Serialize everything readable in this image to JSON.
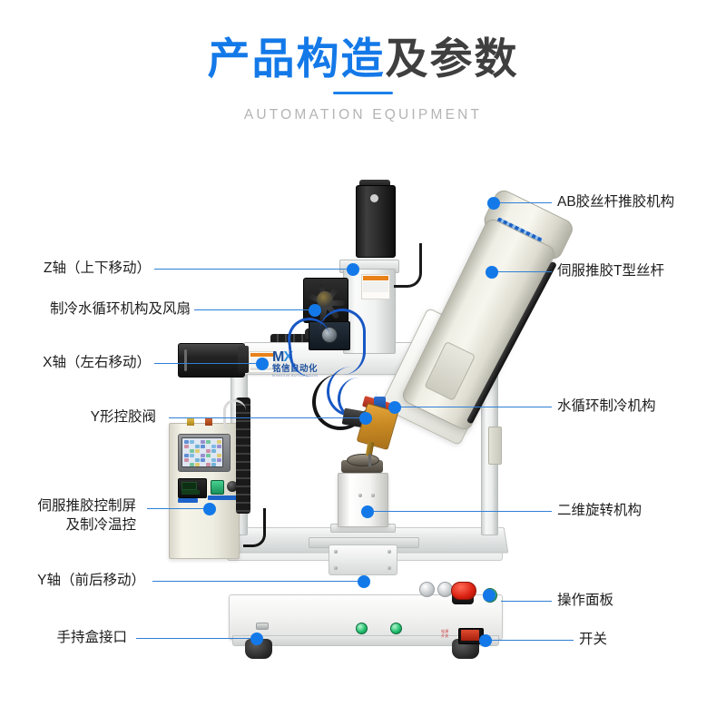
{
  "header": {
    "title_highlight": "产品构造",
    "title_normal": "及参数",
    "subtitle": "AUTOMATION EQUIPMENT",
    "accent_color": "#1479e8",
    "title_normal_color": "#3f3f3f",
    "subtitle_color": "#b4b4b4"
  },
  "callouts": {
    "left": [
      {
        "id": "z-axis",
        "label": "Z轴（上下移动）",
        "label_line2": ""
      },
      {
        "id": "chiller-fan",
        "label": "制冷水循环机构及风扇",
        "label_line2": ""
      },
      {
        "id": "x-axis",
        "label": "X轴（左右移动）",
        "label_line2": ""
      },
      {
        "id": "y-valve",
        "label": "Y形控胶阀",
        "label_line2": ""
      },
      {
        "id": "servo-screen",
        "label": "伺服推胶控制屏",
        "label_line2": "及制冷温控"
      },
      {
        "id": "y-axis",
        "label": "Y轴（前后移动）",
        "label_line2": ""
      },
      {
        "id": "handbox-port",
        "label": "手持盒接口",
        "label_line2": ""
      }
    ],
    "right": [
      {
        "id": "ab-glue-screw",
        "label": "AB胶丝杆推胶机构"
      },
      {
        "id": "servo-t-screw",
        "label": "伺服推胶T型丝杆"
      },
      {
        "id": "water-cooling",
        "label": "水循环制冷机构"
      },
      {
        "id": "rotary-2d",
        "label": "二维旋转机构"
      },
      {
        "id": "op-panel",
        "label": "操作面板"
      },
      {
        "id": "power-switch",
        "label": "开关"
      }
    ]
  },
  "machine": {
    "brand_mark": "M",
    "brand_mark_accent": "X",
    "brand_cn": "铭信自动化",
    "brand_en": "MINGXIN AUTOMATION",
    "switch_label_line1": "电源",
    "switch_label_line2": "开关",
    "cabinet_tag_1": "主电源",
    "cabinet_tag_2": "制冷温控",
    "cabinet_tag_3": "伺服控制屏"
  },
  "colors": {
    "leader_line": "#2f7fd6",
    "dot": "#1479e8",
    "body_bg": "#ffffff"
  }
}
